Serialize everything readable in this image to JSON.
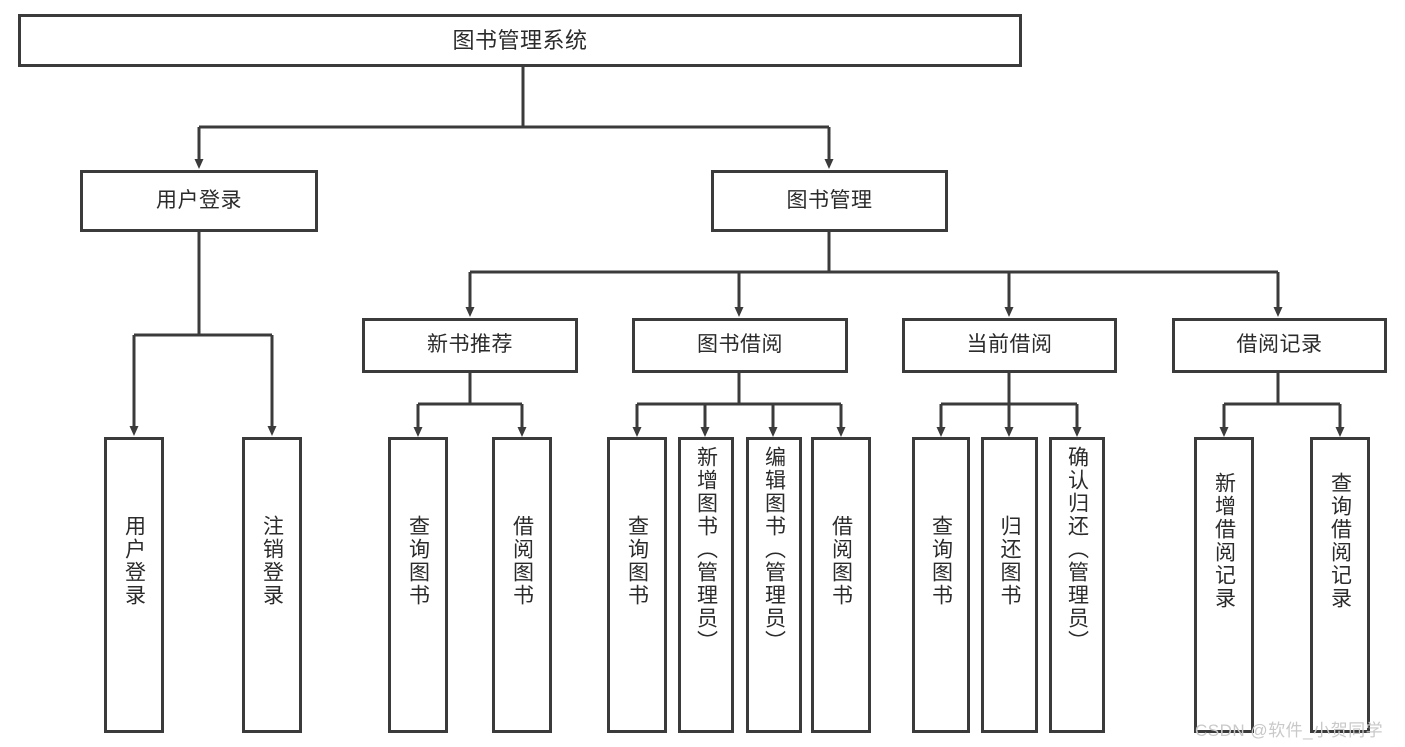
{
  "diagram": {
    "title": "图书管理系统",
    "watermark": "CSDN @软件_小贺同学",
    "line_color": "#3b3b3b",
    "text_color": "#2b2b2b",
    "background": "#ffffff",
    "nodes": {
      "root": "图书管理系统",
      "level2": {
        "user_login": "用户登录",
        "book_management": "图书管理"
      },
      "level3": {
        "new_book_recommend": "新书推荐",
        "book_borrow": "图书借阅",
        "current_borrow": "当前借阅",
        "borrow_record": "借阅记录"
      },
      "leaves": {
        "user_login_1": "用户登录",
        "user_login_2": "注销登录",
        "recommend_1": "查询图书",
        "recommend_2": "借阅图书",
        "borrow_1": "查询图书",
        "borrow_2": "新增图书（管理员）",
        "borrow_3": "编辑图书（管理员）",
        "borrow_4": "借阅图书",
        "current_1": "查询图书",
        "current_2": "归还图书",
        "current_3": "确认归还（管理员）",
        "record_1": "新增借阅记录",
        "record_2": "查询借阅记录"
      }
    }
  }
}
